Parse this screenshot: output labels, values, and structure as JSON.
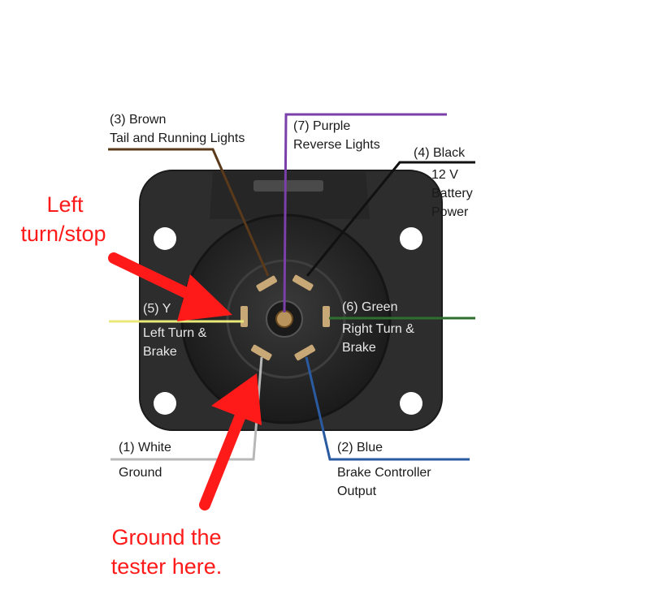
{
  "wires": {
    "brown": {
      "number": "(3) Brown",
      "function": "Tail and Running Lights",
      "color": "#5a3a1a"
    },
    "purple": {
      "number": "(7) Purple",
      "function": "Reverse Lights",
      "color": "#7a3fa8"
    },
    "black": {
      "number": "(4) Black",
      "function_lines": [
        "12 V",
        "Battery",
        "Power"
      ],
      "color": "#111111"
    },
    "yellow": {
      "number": "(5) Y",
      "function_lines": [
        "Left Turn &",
        "Brake"
      ],
      "color": "#e9e97a"
    },
    "green": {
      "number": "(6) Green",
      "function_lines": [
        "Right Turn &",
        "Brake"
      ],
      "color": "#2e6e2e"
    },
    "white": {
      "number": "(1) White",
      "function": "Ground",
      "color": "#b8b8b8"
    },
    "blue": {
      "number": "(2) Blue",
      "function_lines": [
        "Brake Controller",
        "Output"
      ],
      "color": "#2a5aa0"
    }
  },
  "annotations": {
    "left_turn_stop": [
      "Left",
      "turn/stop"
    ],
    "ground_tester": [
      "Ground the",
      "tester here."
    ],
    "color": "#ff1a1a"
  },
  "connector": {
    "body_color": "#2b2b2b",
    "pin_color": "#c9a877"
  }
}
